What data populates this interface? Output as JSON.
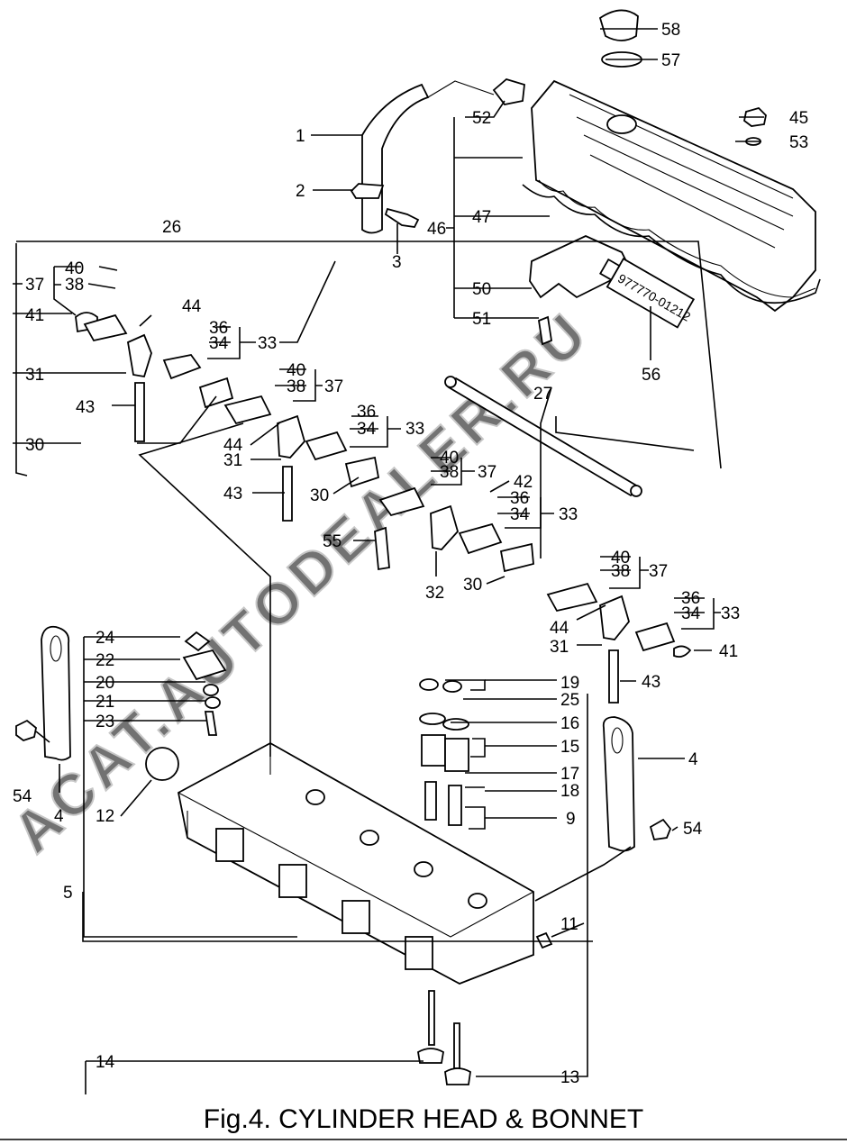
{
  "caption": "Fig.4.  CYLINDER HEAD & BONNET",
  "watermark": "ACAT.AUTODEALER.RU",
  "tape_label": "977770-01212",
  "callouts": {
    "c1": "1",
    "c2": "2",
    "c3": "3",
    "c4a": "4",
    "c4b": "4",
    "c5": "5",
    "c9": "9",
    "c11": "11",
    "c12": "12",
    "c13": "13",
    "c14": "14",
    "c15": "15",
    "c16": "16",
    "c17": "17",
    "c18": "18",
    "c19": "19",
    "c20": "20",
    "c21": "21",
    "c22": "22",
    "c23": "23",
    "c24": "24",
    "c25": "25",
    "c26": "26",
    "c27": "27",
    "c30a": "30",
    "c30b": "30",
    "c30c": "30",
    "c31a": "31",
    "c31b": "31",
    "c31c": "31",
    "c32": "32",
    "c33a": "33",
    "c33b": "33",
    "c33c": "33",
    "c33d": "33",
    "c34a": "34",
    "c34b": "34",
    "c34c": "34",
    "c36a": "36",
    "c36b": "36",
    "c36c": "36",
    "c37a": "37",
    "c37b": "37",
    "c37c": "37",
    "c37d": "37",
    "c38a": "38",
    "c38b": "38",
    "c38c": "38",
    "c38d": "38",
    "c40a": "40",
    "c40b": "40",
    "c40c": "40",
    "c40d": "40",
    "c41a": "41",
    "c41b": "41",
    "c42": "42",
    "c43a": "43",
    "c43b": "43",
    "c43c": "43",
    "c44a": "44",
    "c44b": "44",
    "c44c": "44",
    "c45": "45",
    "c46": "46",
    "c47": "47",
    "c50": "50",
    "c51": "51",
    "c52": "52",
    "c53": "53",
    "c54a": "54",
    "c54b": "54",
    "c55": "55",
    "c56": "56",
    "c57": "57",
    "c58": "58"
  }
}
